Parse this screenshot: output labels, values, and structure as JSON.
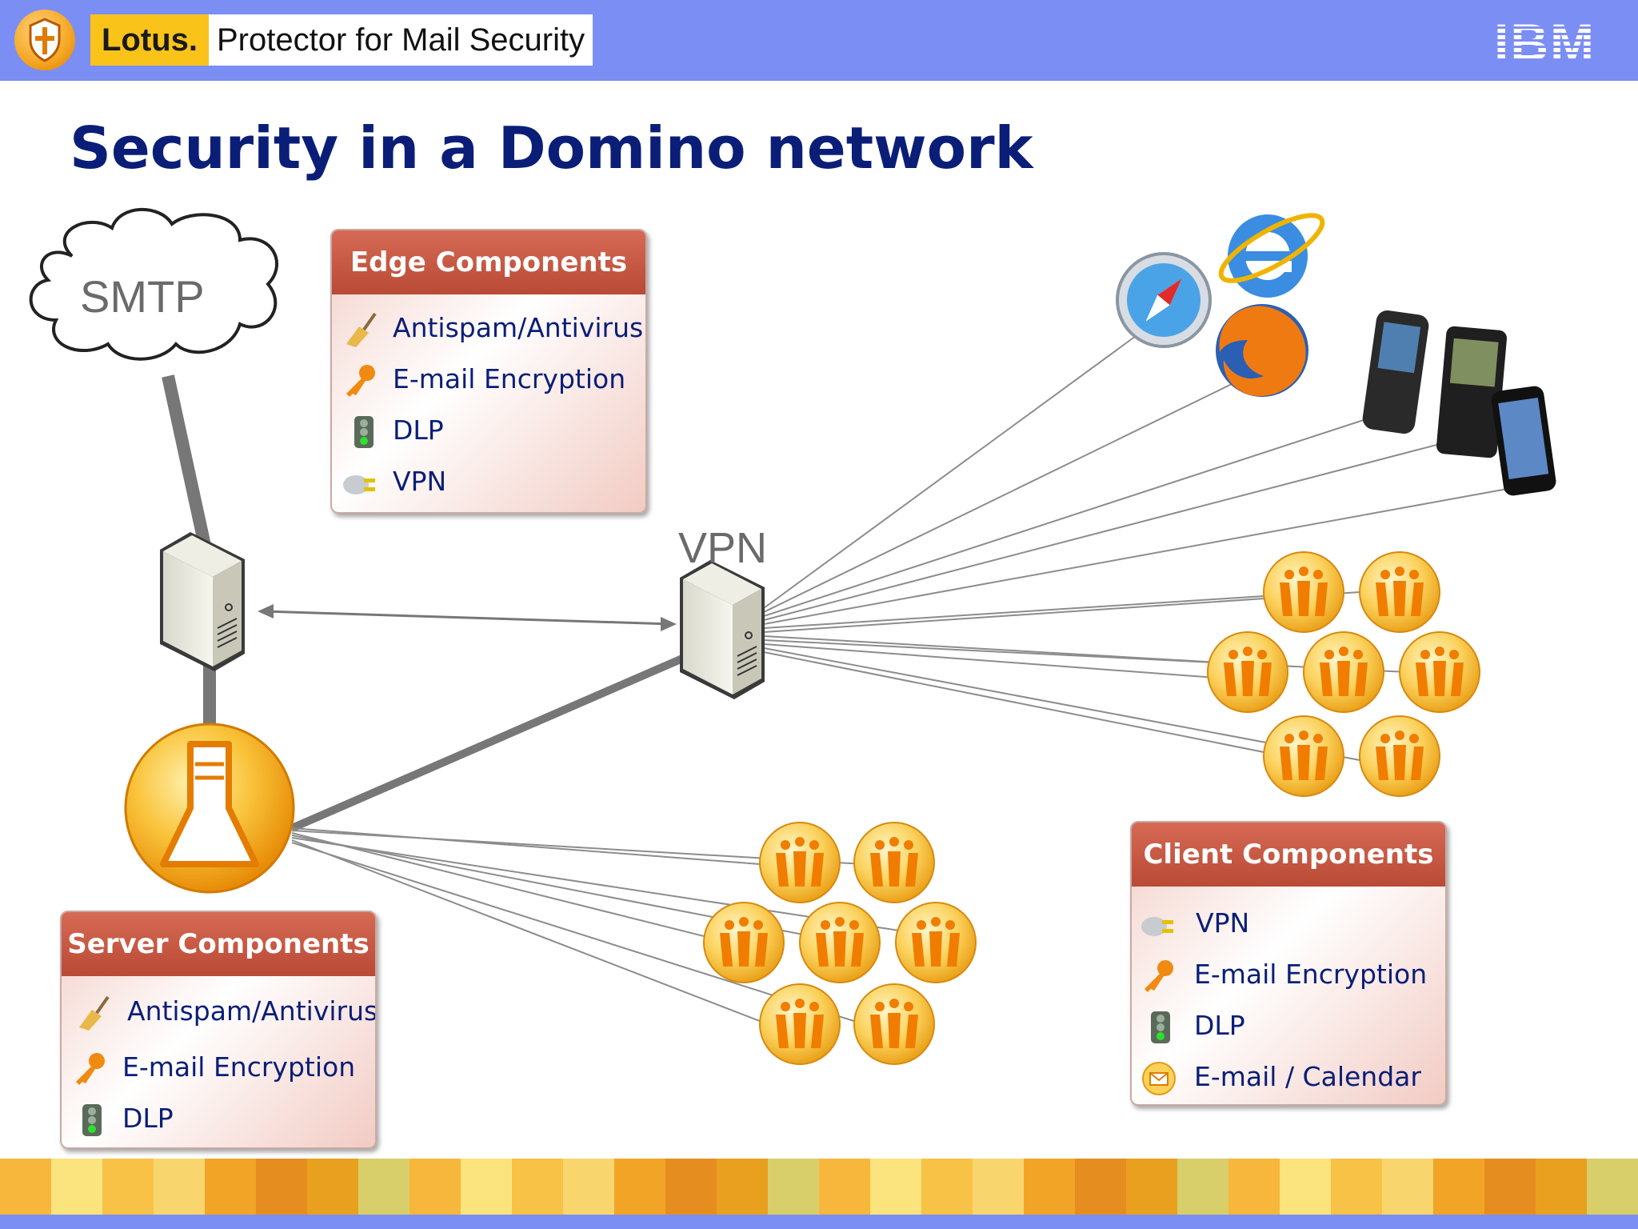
{
  "header": {
    "brand_lotus": "Lotus.",
    "brand_product": "Protector for Mail Security",
    "ibm_logo": "IBM",
    "bg_color": "#7b8ef3"
  },
  "title": "Security in a Domino network",
  "diagram": {
    "cloud_label": "SMTP",
    "vpn_label": "VPN"
  },
  "edge_panel": {
    "title": "Edge Components",
    "items": [
      {
        "label": "Antispam/Antivirus",
        "icon": "broom-icon"
      },
      {
        "label": "E-mail Encryption",
        "icon": "key-icon"
      },
      {
        "label": "DLP",
        "icon": "traffic-light-icon"
      },
      {
        "label": "VPN",
        "icon": "plug-icon"
      }
    ]
  },
  "server_panel": {
    "title": "Server Components",
    "items": [
      {
        "label": "Antispam/Antivirus",
        "icon": "broom-icon"
      },
      {
        "label": "E-mail Encryption",
        "icon": "key-icon"
      },
      {
        "label": "DLP",
        "icon": "traffic-light-icon"
      }
    ]
  },
  "client_panel": {
    "title": "Client Components",
    "items": [
      {
        "label": "VPN",
        "icon": "plug-icon"
      },
      {
        "label": "E-mail Encryption",
        "icon": "key-icon"
      },
      {
        "label": "DLP",
        "icon": "traffic-light-icon"
      },
      {
        "label": "E-mail / Calendar",
        "icon": "mail-icon"
      }
    ]
  },
  "colors": {
    "title": "#0a1e78",
    "panel_header": "#c0533e",
    "notes_icon": "#f7a21b",
    "strip": [
      "#f6b73c",
      "#f9d56e",
      "#e9a01f",
      "#fbe37d",
      "#f2a427",
      "#d8cf6a",
      "#f7c246",
      "#e58e1f"
    ]
  }
}
